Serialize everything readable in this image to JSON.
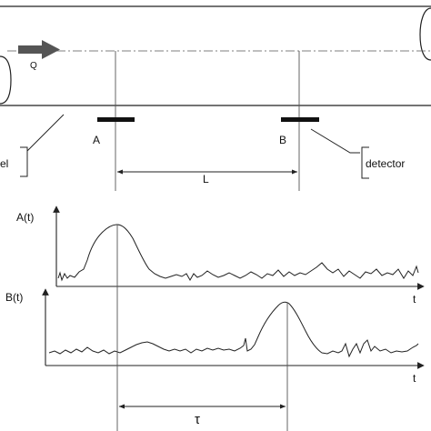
{
  "flow": {
    "label": "Q"
  },
  "detectors": {
    "a_label": "A",
    "b_label": "B",
    "distance_label": "L"
  },
  "callouts": {
    "left_label": "el",
    "right_label": "detector"
  },
  "signals": {
    "top_ylabel": "A(t)",
    "bottom_ylabel": "B(t)",
    "xlabel": "t",
    "delay_label": "τ"
  },
  "colors": {
    "line": "#222222",
    "arrow_fill": "#555555"
  }
}
